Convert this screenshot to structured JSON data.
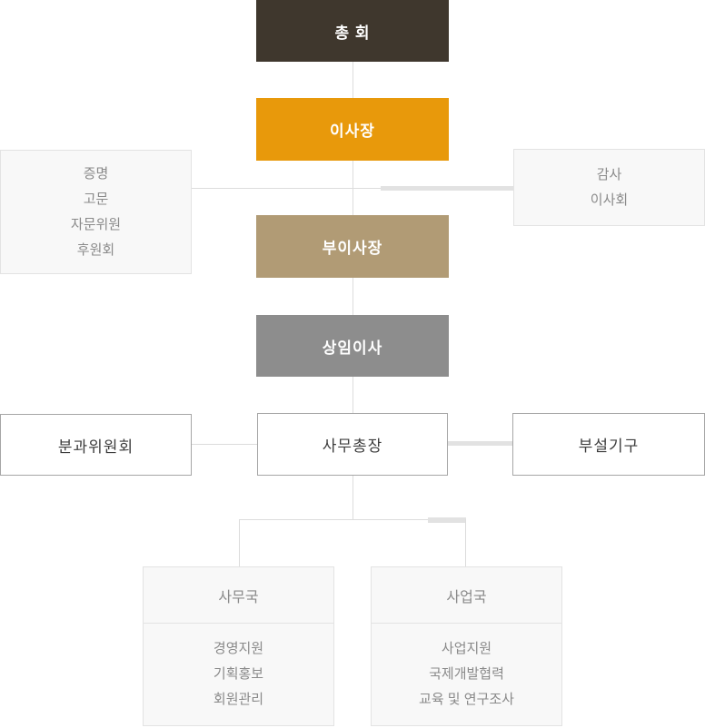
{
  "chart": {
    "type": "org-chart",
    "nodes": {
      "assembly": {
        "label": "총 회"
      },
      "chairman": {
        "label": "이사장"
      },
      "advisors": {
        "lines": [
          "증명",
          "고문",
          "자문위원",
          "후원회"
        ]
      },
      "audit": {
        "lines": [
          "감사",
          "이사회"
        ]
      },
      "vice_chairman": {
        "label": "부이사장"
      },
      "executive_director": {
        "label": "상임이사"
      },
      "subcommittee": {
        "label": "분과위원회"
      },
      "secretary_general": {
        "label": "사무총장"
      },
      "affiliated_org": {
        "label": "부설기구"
      },
      "admin_office": {
        "title": "사무국",
        "items": [
          "경영지원",
          "기획홍보",
          "회원관리"
        ]
      },
      "business_office": {
        "title": "사업국",
        "items": [
          "사업지원",
          "국제개발협력",
          "교육 및 연구조사"
        ]
      }
    },
    "colors": {
      "assembly_bg": "#3f372d",
      "chairman_bg": "#e8990b",
      "vice_chairman_bg": "#b19b75",
      "executive_bg": "#8d8d8d",
      "light_box_bg": "#f8f8f8",
      "light_box_border": "#e3e3e3",
      "outlined_box_border": "#a6a6a6",
      "connector_thin": "#dcdcdc",
      "connector_thick": "#e2e2e2",
      "text_white": "#ffffff",
      "text_dark": "#3d3d3d",
      "text_gray": "#8a8a8a"
    }
  }
}
